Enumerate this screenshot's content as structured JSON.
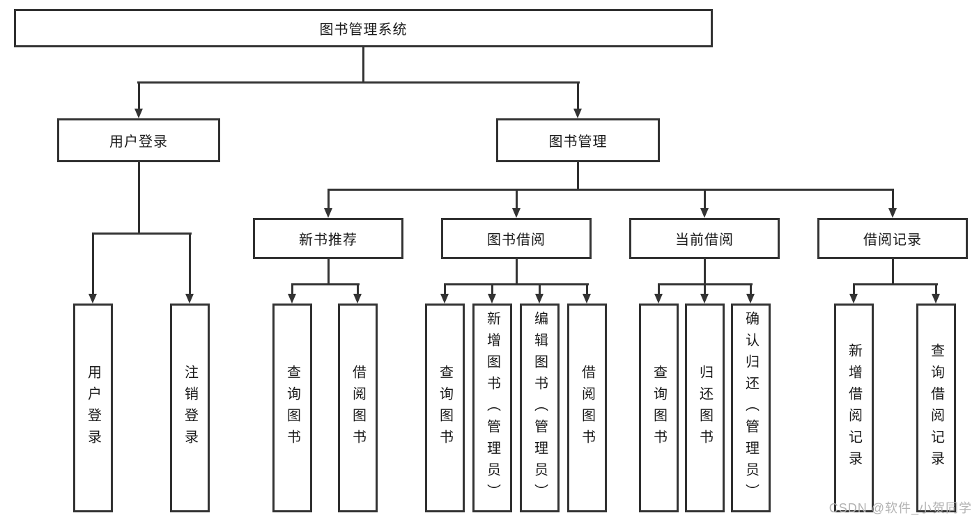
{
  "nodes": {
    "root": {
      "label": "图书管理系统"
    },
    "level2": [
      {
        "label": "用户登录"
      },
      {
        "label": "图书管理"
      }
    ],
    "level3": [
      {
        "label": "新书推荐"
      },
      {
        "label": "图书借阅"
      },
      {
        "label": "当前借阅"
      },
      {
        "label": "借阅记录"
      }
    ],
    "leaves": {
      "user_login": [
        "用户登录",
        "注销登录"
      ],
      "new_book_recommend": [
        "查询图书",
        "借阅图书"
      ],
      "book_borrow": [
        "查询图书",
        "新增图书（管理员）",
        "编辑图书（管理员）",
        "借阅图书"
      ],
      "current_borrow": [
        "查询图书",
        "归还图书",
        "确认归还（管理员）"
      ],
      "borrow_records": [
        "新增借阅记录",
        "查询借阅记录"
      ]
    }
  },
  "watermark": "CSDN @软件_小贺同学",
  "colors": {
    "line": "#333333",
    "box_border": "#333333",
    "box_fill": "#ffffff",
    "text": "#1a1a1a",
    "watermark": "#b3b3b3",
    "background": "#ffffff"
  }
}
